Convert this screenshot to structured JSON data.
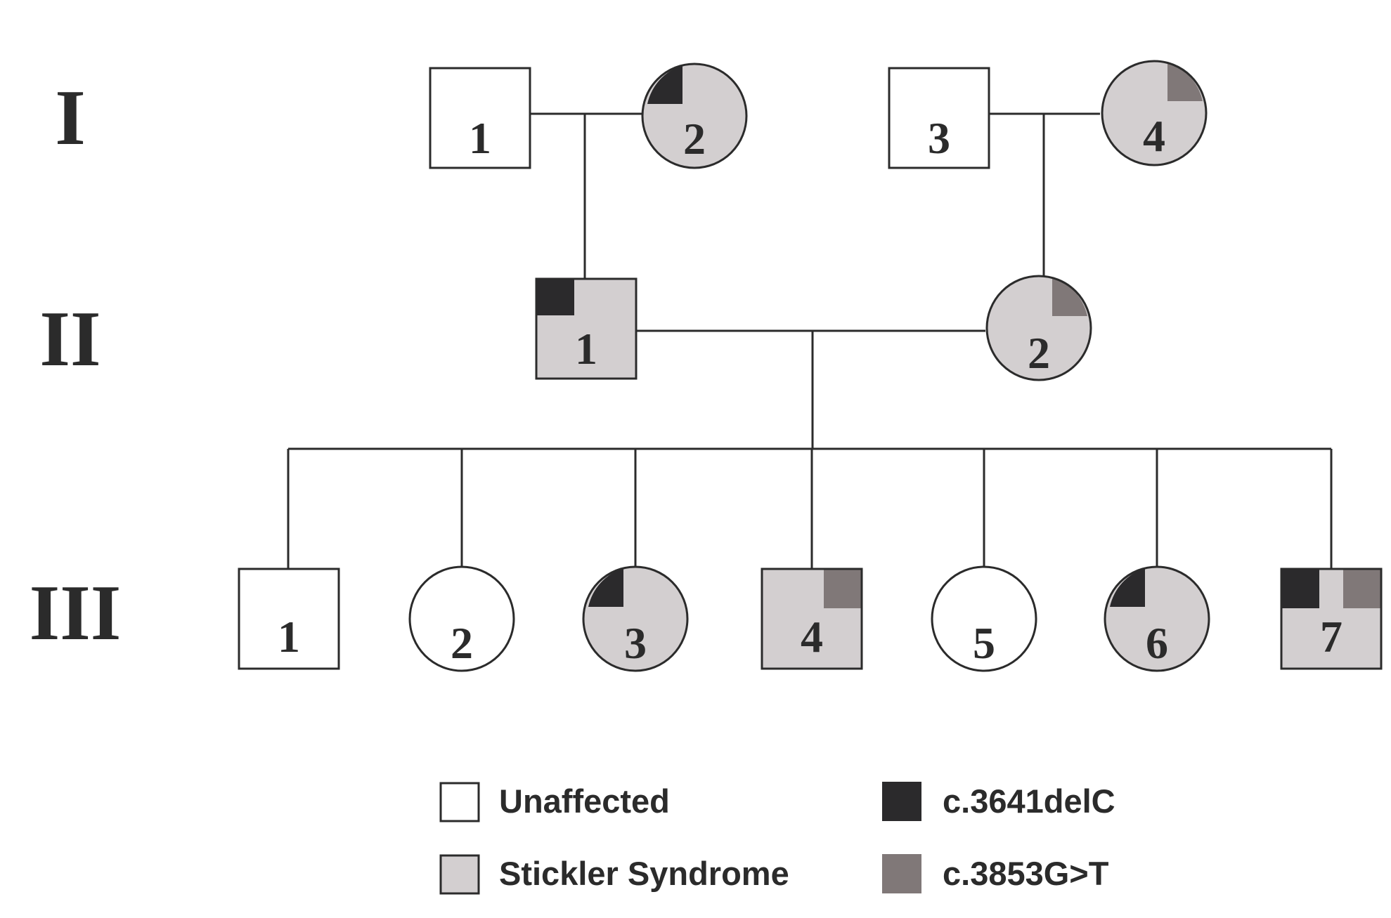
{
  "generations": {
    "I": "I",
    "II": "II",
    "III": "III"
  },
  "individuals": {
    "I-1": {
      "number": "1",
      "sex": "male",
      "affected": false,
      "mutations": []
    },
    "I-2": {
      "number": "2",
      "sex": "female",
      "affected": true,
      "mutations": [
        "c.3641delC"
      ]
    },
    "I-3": {
      "number": "3",
      "sex": "male",
      "affected": false,
      "mutations": []
    },
    "I-4": {
      "number": "4",
      "sex": "female",
      "affected": true,
      "mutations": [
        "c.3853G>T"
      ]
    },
    "II-1": {
      "number": "1",
      "sex": "male",
      "affected": true,
      "mutations": [
        "c.3641delC"
      ]
    },
    "II-2": {
      "number": "2",
      "sex": "female",
      "affected": true,
      "mutations": [
        "c.3853G>T"
      ]
    },
    "III-1": {
      "number": "1",
      "sex": "male",
      "affected": false,
      "mutations": []
    },
    "III-2": {
      "number": "2",
      "sex": "female",
      "affected": false,
      "mutations": []
    },
    "III-3": {
      "number": "3",
      "sex": "female",
      "affected": true,
      "mutations": [
        "c.3641delC"
      ]
    },
    "III-4": {
      "number": "4",
      "sex": "male",
      "affected": true,
      "mutations": [
        "c.3853G>T"
      ]
    },
    "III-5": {
      "number": "5",
      "sex": "female",
      "affected": false,
      "mutations": []
    },
    "III-6": {
      "number": "6",
      "sex": "female",
      "affected": true,
      "mutations": [
        "c.3641delC"
      ]
    },
    "III-7": {
      "number": "7",
      "sex": "male",
      "affected": true,
      "mutations": [
        "c.3641delC",
        "c.3853G>T"
      ]
    }
  },
  "legend": {
    "unaffected": "Unaffected",
    "stickler": "Stickler Syndrome",
    "mut1": "c.3641delC",
    "mut2": "c.3853G>T"
  },
  "colors": {
    "unaffected": "#ffffff",
    "affected": "#d3cfd0",
    "mut1": "#2b2a2c",
    "mut2": "#807878",
    "line": "#2b2b2b"
  }
}
